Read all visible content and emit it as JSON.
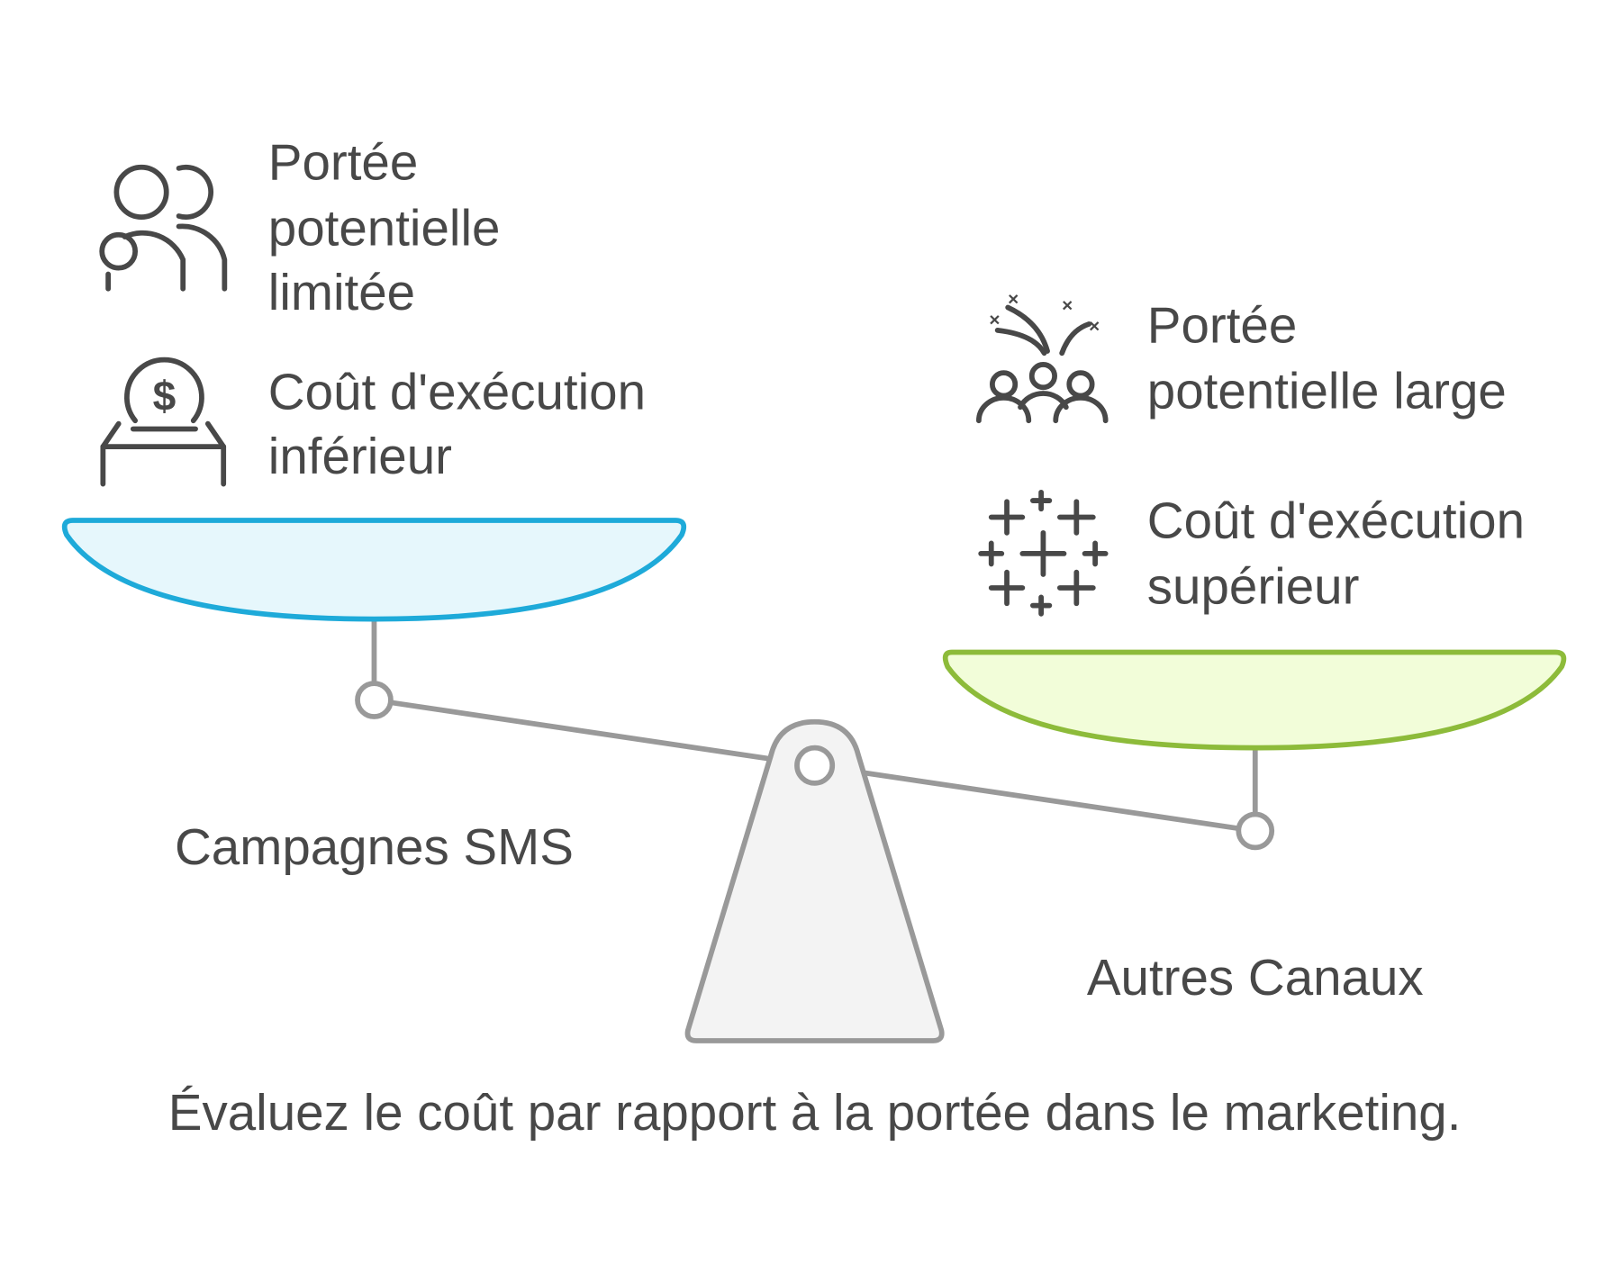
{
  "left": {
    "label": "Campagnes SMS",
    "items": [
      {
        "icon": "people-icon",
        "lines": [
          "Portée",
          "potentielle",
          "limitée"
        ]
      },
      {
        "icon": "donation-box-dollar-icon",
        "lines": [
          "Coût d'exécution",
          "inférieur"
        ]
      }
    ],
    "color_fill": "#e6f7fc",
    "color_stroke": "#1eaad9"
  },
  "right": {
    "label": "Autres Canaux",
    "items": [
      {
        "icon": "crowd-celebration-icon",
        "lines": [
          "Portée",
          "potentielle large"
        ]
      },
      {
        "icon": "plus-grid-icon",
        "lines": [
          "Coût d'exécution",
          "supérieur"
        ]
      }
    ],
    "color_fill": "#f2fdd9",
    "color_stroke": "#8dbb3a"
  },
  "caption": "Évaluez le coût par rapport à la portée dans le marketing."
}
